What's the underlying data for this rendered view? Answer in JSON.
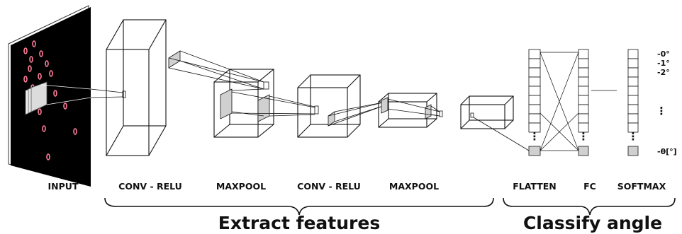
{
  "stage_labels": {
    "input": "INPUT",
    "conv1": "CONV - RELU",
    "pool1": "MAXPOOL",
    "conv2": "CONV - RELU",
    "pool2": "MAXPOOL",
    "flatten": "FLATTEN",
    "fc": "FC",
    "softmax": "SOFTMAX"
  },
  "group_labels": {
    "extract": "Extract features",
    "classify": "Classify angle"
  },
  "outputs": {
    "o0": "-0°",
    "o1": "-1°",
    "o2": "-2°",
    "ellipsis": "⋮",
    "olast": "-θ[°]"
  },
  "column_ellipsis": "⋮",
  "colors": {
    "input_panel": "#000000",
    "spots": "#ff7d9a",
    "filter_fill": "#d0d0d0",
    "stroke": "#111111"
  }
}
